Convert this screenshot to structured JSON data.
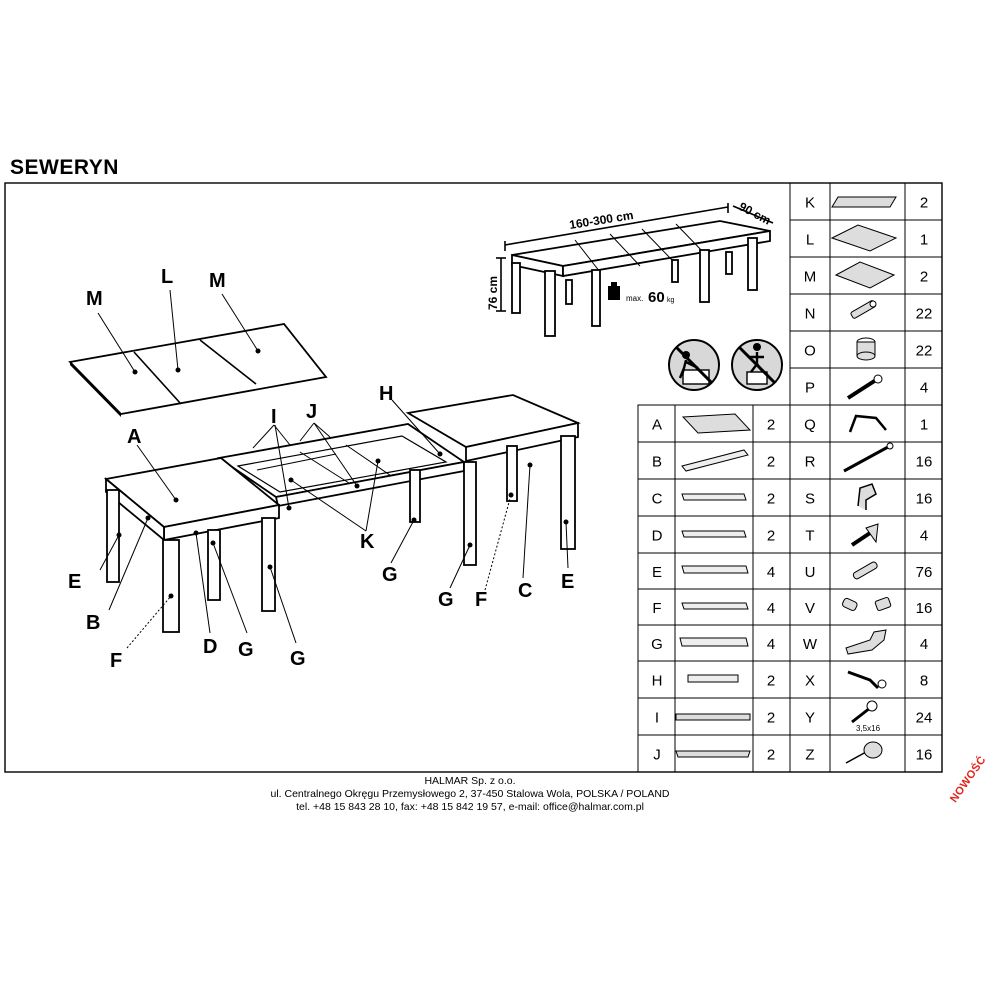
{
  "title": "SEWERYN",
  "dimensions": {
    "length": "160-300 cm",
    "depth": "90 cm",
    "height": "76 cm",
    "load_prefix": "max.",
    "load_value": "60",
    "load_unit": "kg"
  },
  "diagram_labels": {
    "M_left": "M",
    "L": "L",
    "M_right": "M",
    "H": "H",
    "I": "I",
    "J": "J",
    "A": "A",
    "K": "K",
    "E_left": "E",
    "B": "B",
    "F_left": "F",
    "D": "D",
    "G_1": "G",
    "G_2": "G",
    "G_3": "G",
    "G_4": "G",
    "F_right": "F",
    "C": "C",
    "E_right": "E"
  },
  "parts_left": [
    {
      "letter": "A",
      "qty": "2",
      "icon": "tabletop-icon"
    },
    {
      "letter": "B",
      "qty": "2",
      "icon": "rail-b-icon"
    },
    {
      "letter": "C",
      "qty": "2",
      "icon": "rail-c-icon"
    },
    {
      "letter": "D",
      "qty": "2",
      "icon": "rail-d-icon"
    },
    {
      "letter": "E",
      "qty": "4",
      "icon": "leg-e-icon"
    },
    {
      "letter": "F",
      "qty": "4",
      "icon": "leg-f-icon"
    },
    {
      "letter": "G",
      "qty": "4",
      "icon": "leg-g-icon"
    },
    {
      "letter": "H",
      "qty": "2",
      "icon": "bracket-h-icon"
    },
    {
      "letter": "I",
      "qty": "2",
      "icon": "slide-rail-i-icon"
    },
    {
      "letter": "J",
      "qty": "2",
      "icon": "slide-rail-j-icon"
    }
  ],
  "parts_right": [
    {
      "letter": "K",
      "qty": "2",
      "icon": "board-k-icon"
    },
    {
      "letter": "L",
      "qty": "1",
      "icon": "panel-l-icon"
    },
    {
      "letter": "M",
      "qty": "2",
      "icon": "panel-m-icon"
    },
    {
      "letter": "N",
      "qty": "22",
      "icon": "dowel-icon"
    },
    {
      "letter": "O",
      "qty": "22",
      "icon": "cam-lock-icon"
    },
    {
      "letter": "P",
      "qty": "4",
      "icon": "bolt-icon"
    },
    {
      "letter": "Q",
      "qty": "1",
      "icon": "allen-key-icon"
    },
    {
      "letter": "R",
      "qty": "16",
      "icon": "long-bolt-icon"
    },
    {
      "letter": "S",
      "qty": "16",
      "icon": "clip-icon"
    },
    {
      "letter": "T",
      "qty": "4",
      "icon": "wing-bolt-icon"
    },
    {
      "letter": "U",
      "qty": "76",
      "icon": "wood-dowel-icon"
    },
    {
      "letter": "V",
      "qty": "16",
      "icon": "connector-icon"
    },
    {
      "letter": "W",
      "qty": "4",
      "icon": "angle-bracket-icon"
    },
    {
      "letter": "X",
      "qty": "8",
      "icon": "hex-key-icon"
    },
    {
      "letter": "Y",
      "qty": "24",
      "icon": "screw-icon",
      "note": "3,5x16"
    },
    {
      "letter": "Z",
      "qty": "16",
      "icon": "glide-icon"
    }
  ],
  "footer": {
    "company": "HALMAR Sp. z o.o.",
    "address": "ul. Centralnego Okręgu Przemysłowego 2, 37-450 Stalowa Wola, POLSKA / POLAND",
    "contact": "tel. +48 15 843 28 10, fax: +48 15 842 19 57, e-mail: office@halmar.com.pl"
  },
  "badge": "NOWOŚĆ",
  "colors": {
    "line": "#000000",
    "badge": "#e2231a",
    "icon_fill": "#dddddd"
  }
}
